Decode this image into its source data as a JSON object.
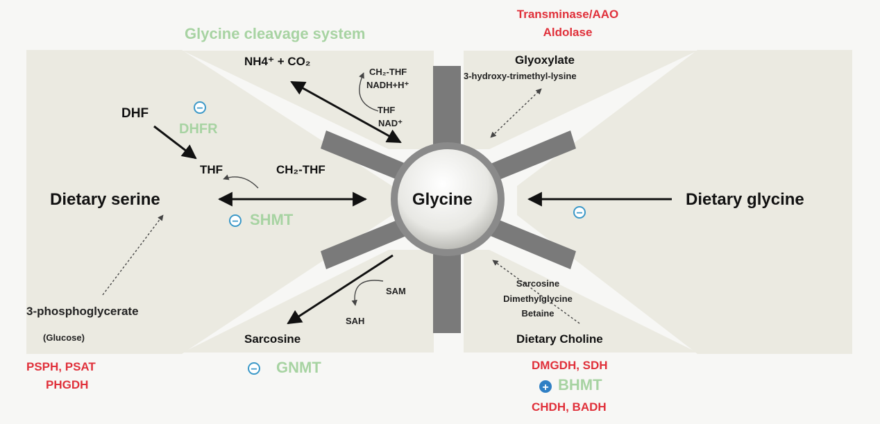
{
  "center": {
    "label": "Glycine"
  },
  "panels": {
    "left": {
      "title": "Dietary serine"
    },
    "right": {
      "title": "Dietary glycine"
    }
  },
  "nodes": {
    "nh4_co2": "NH4⁺ + CO₂",
    "ch2thf_top": "CH₂-THF",
    "nadh": "NADH+H⁺",
    "thf_top": "THF",
    "nad": "NAD⁺",
    "glyoxylate": "Glyoxylate",
    "hydroxy_lysine": "3-hydroxy-trimethyl-lysine",
    "dhf": "DHF",
    "thf_left": "THF",
    "ch2thf_left": "CH₂-THF",
    "phosphoglycerate": "3-phosphoglycerate",
    "glucose": "(Glucose)",
    "sam": "SAM",
    "sah": "SAH",
    "sarcosine": "Sarcosine",
    "sarcosine_mid": "Sarcosine",
    "dimethylglycine": "Dimethylglycine",
    "betaine": "Betaine",
    "dietary_choline": "Dietary Choline"
  },
  "enzymes": {
    "glycine_cleavage": "Glycine cleavage system",
    "dhfr": "DHFR",
    "shmt": "SHMT",
    "gnmt": "GNMT",
    "bhmt": "BHMT"
  },
  "red_labels": {
    "transaminase": "Transminase/AAO",
    "aldolase": "Aldolase",
    "pspsh_psat": "PSPH, PSAT",
    "phgdh": "PHGDH",
    "dmgdh_sdh": "DMGDH, SDH",
    "chdh_badh": "CHDH, BADH"
  },
  "symbols": {
    "minus": "−",
    "plus": "+"
  },
  "colors": {
    "panel": "#ebeae1",
    "spoke": "#7a7a7a",
    "green": "#a7d3a2",
    "red": "#e0303a",
    "blue": "#3a98c8"
  }
}
